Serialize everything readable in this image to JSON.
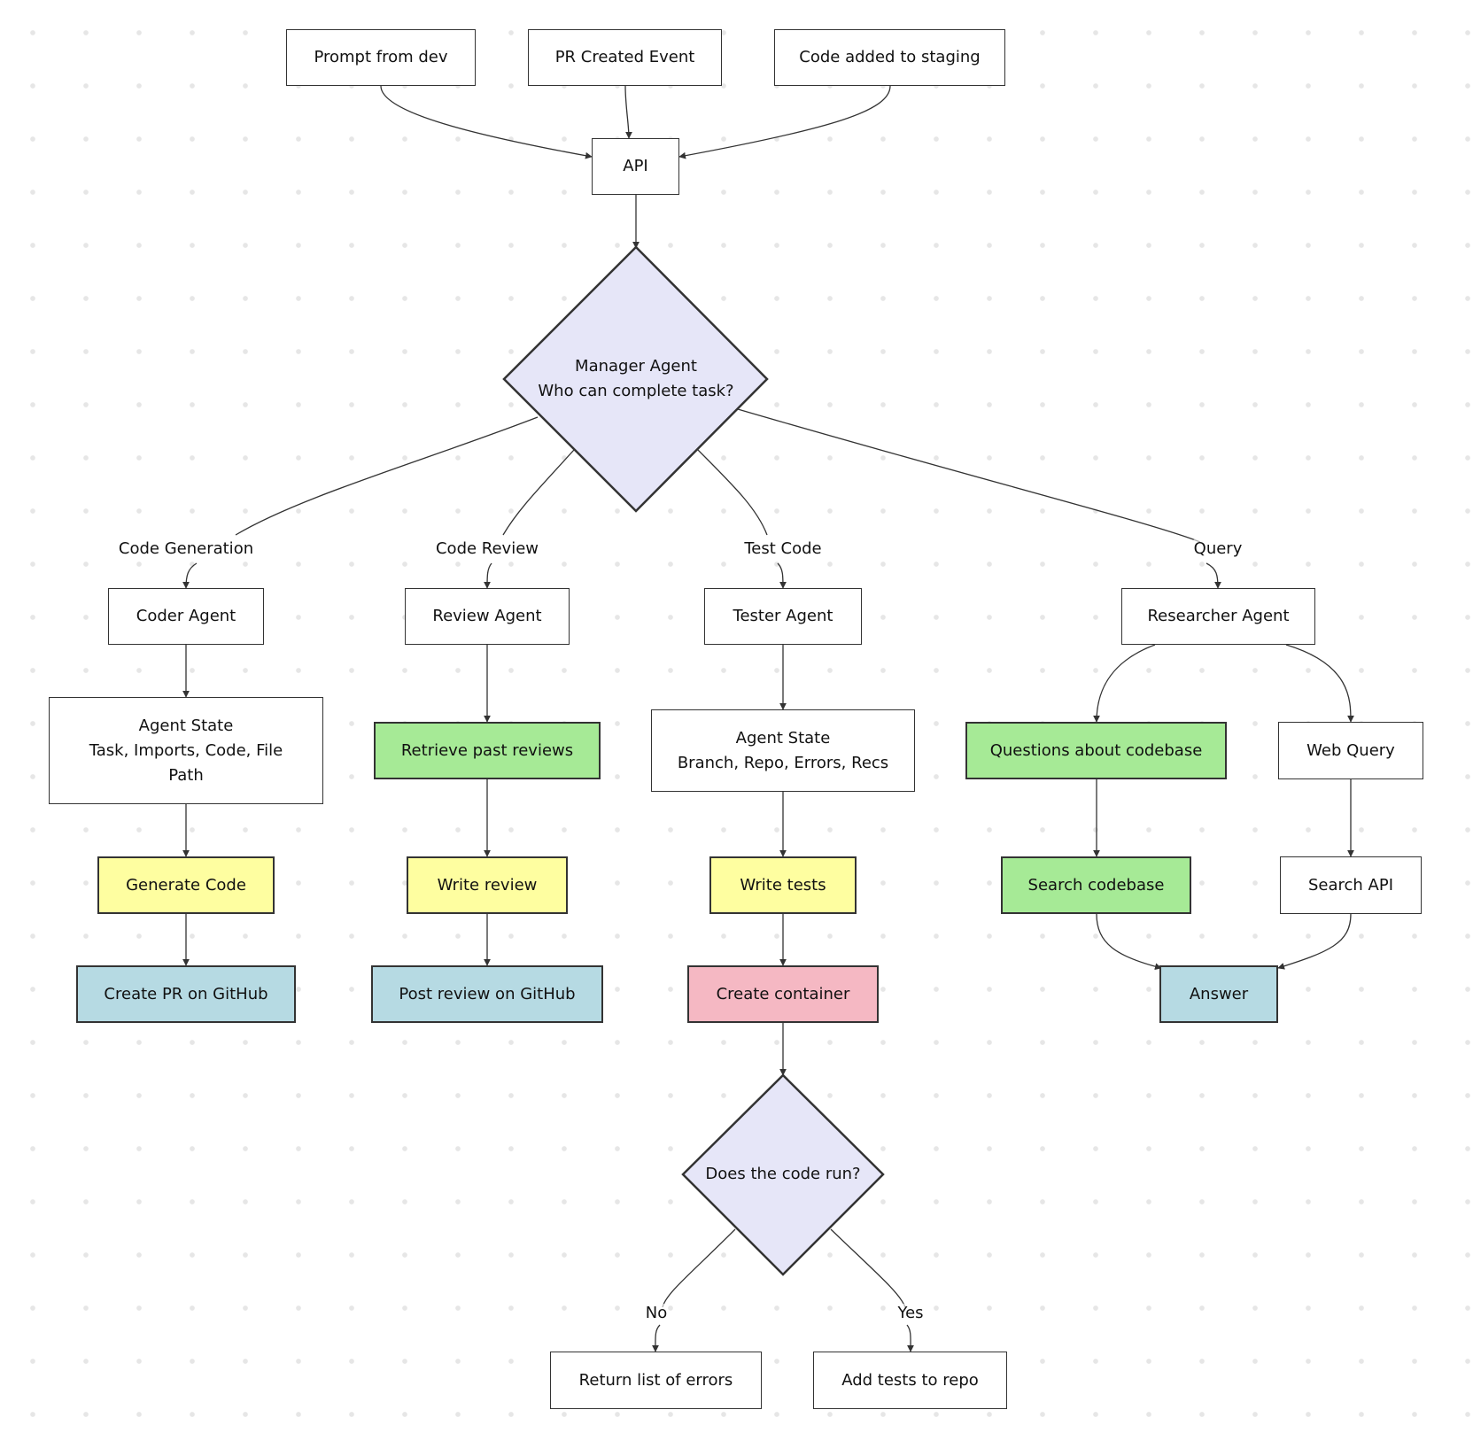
{
  "colors": {
    "green": "#a6ea96",
    "yellow": "#fefea0",
    "blue": "#b6dae3",
    "pink": "#f5b8c3",
    "lavender": "#e6e6f8",
    "border": "#333333"
  },
  "triggers": {
    "prompt": "Prompt from dev",
    "pr_created": "PR Created Event",
    "staging": "Code added to staging"
  },
  "api": "API",
  "manager": {
    "line1": "Manager Agent",
    "line2": "Who can complete task?"
  },
  "edges": {
    "code_generation": "Code Generation",
    "code_review": "Code Review",
    "test_code": "Test Code",
    "query": "Query",
    "no": "No",
    "yes": "Yes"
  },
  "coder": {
    "agent": "Coder Agent",
    "state_title": "Agent State",
    "state_line1": "Task, Imports, Code, File",
    "state_line2": "Path",
    "generate": "Generate Code",
    "create_pr": "Create PR on GitHub"
  },
  "review": {
    "agent": "Review Agent",
    "retrieve": "Retrieve past reviews",
    "write": "Write review",
    "post": "Post review on GitHub"
  },
  "tester": {
    "agent": "Tester Agent",
    "state_title": "Agent State",
    "state_line1": "Branch, Repo, Errors, Recs",
    "write_tests": "Write tests",
    "create_container": "Create container",
    "decision": "Does the code run?",
    "return_errors": "Return list of errors",
    "add_tests": "Add tests to repo"
  },
  "researcher": {
    "agent": "Researcher Agent",
    "questions": "Questions about codebase",
    "web_query": "Web Query",
    "search_codebase": "Search codebase",
    "search_api": "Search API",
    "answer": "Answer"
  }
}
